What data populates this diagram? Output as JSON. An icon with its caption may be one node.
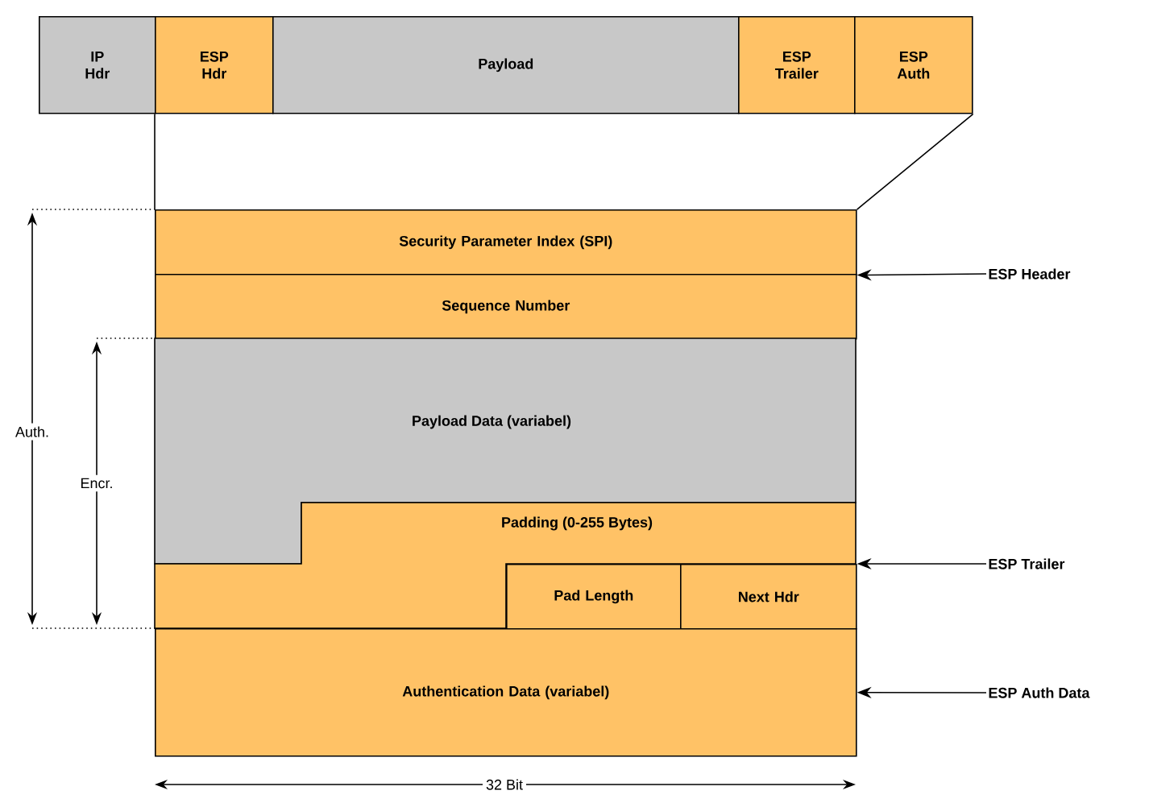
{
  "diagram": {
    "nodes": [
      {
        "text": [
          "IP Hdr"
        ]
      },
      {
        "text": [
          "ESP Hdr"
        ]
      },
      {
        "text": [
          "Payload"
        ]
      },
      {
        "text": [
          "ESP Trailer"
        ]
      },
      {
        "text": [
          "ESP Auth"
        ]
      },
      {
        "text": [
          "Security Parameter Index (SPI)"
        ]
      },
      {
        "text": [
          "Sequence Number"
        ]
      },
      {
        "text": [
          "Payload Data (variabel)"
        ]
      },
      {
        "text": [
          "Padding (0-255 Bytes)"
        ]
      },
      {
        "text": [
          "Pad Length"
        ]
      },
      {
        "text": [
          "Next Hdr"
        ]
      },
      {
        "text": [
          "Authentication Data (variabel)"
        ]
      },
      {
        "text": [
          "ESP Header"
        ]
      },
      {
        "text": [
          "ESP Trailer"
        ]
      },
      {
        "text": [
          "ESP Auth Data"
        ]
      }
    ],
    "edges": [
      {
        "from": 12,
        "to": 5,
        "arrow": "to"
      },
      {
        "from": 13,
        "to": 10,
        "arrow": "to"
      },
      {
        "from": 14,
        "to": 11,
        "arrow": "to"
      },
      {
        "from": 1,
        "to": 5,
        "arrow": "none"
      },
      {
        "from": 4,
        "to": 5,
        "arrow": "none"
      }
    ],
    "labels": [
      "Auth.",
      "Encr.",
      "32 Bit"
    ]
  }
}
